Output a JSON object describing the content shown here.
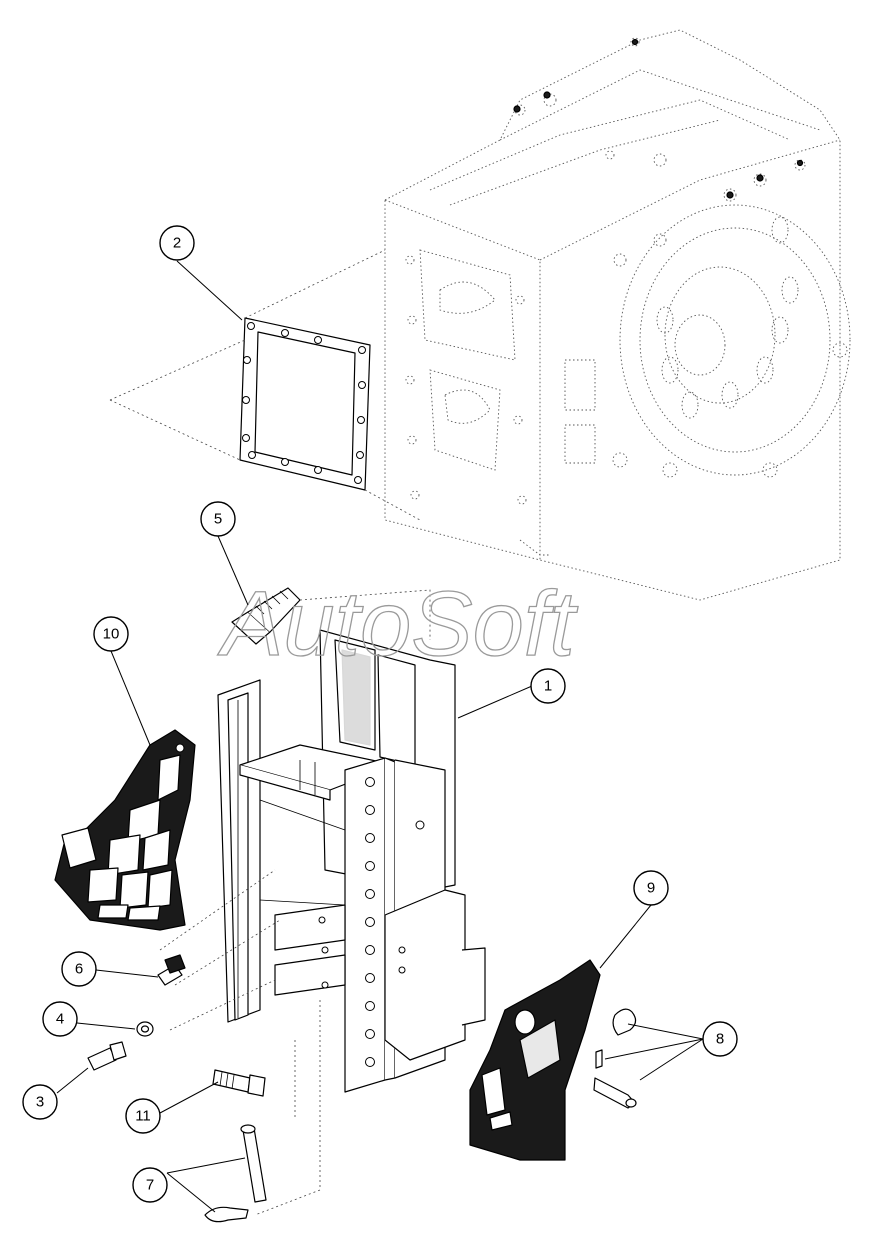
{
  "watermark": "AutoSoft",
  "callouts": [
    {
      "label": "1"
    },
    {
      "label": "2"
    },
    {
      "label": "3"
    },
    {
      "label": "4"
    },
    {
      "label": "5"
    },
    {
      "label": "6"
    },
    {
      "label": "7"
    },
    {
      "label": "8"
    },
    {
      "label": "9"
    },
    {
      "label": "10"
    },
    {
      "label": "11"
    }
  ]
}
